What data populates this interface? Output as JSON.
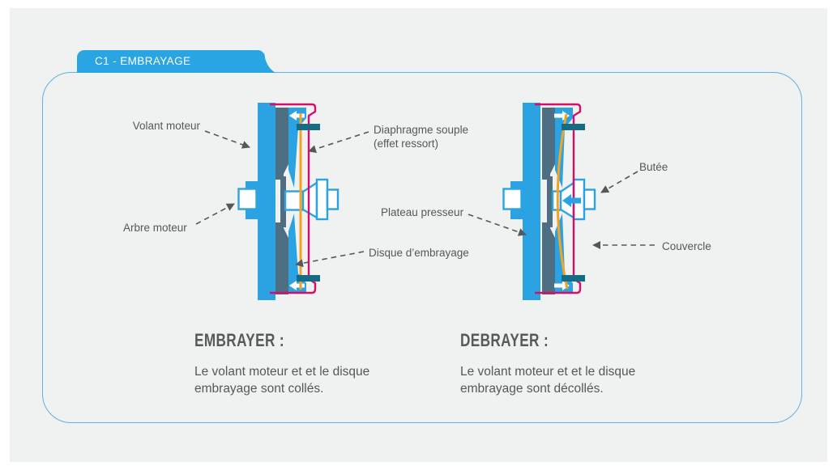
{
  "tab": {
    "label": "C1 - EMBRAYAGE"
  },
  "colors": {
    "accent_blue": "#2BA3E2",
    "tab_blue": "#29A5E3",
    "frame_border": "#5EB1E0",
    "background": "#F0F2F1",
    "plate_slate": "#4E6F83",
    "pivot_teal": "#166B85",
    "diaphragm_orange": "#F3A226",
    "cover_pink": "#D40F6B",
    "text_gray": "#54585B"
  },
  "labels": {
    "volant": "Volant moteur",
    "arbre": "Arbre moteur",
    "diaphragme_line1": "Diaphragme souple",
    "diaphragme_line2": "(effet ressort)",
    "plateau": "Plateau presseur",
    "disque": "Disque d’embrayage",
    "butee": "Butée",
    "couvercle": "Couvercle"
  },
  "sections": {
    "embrayer": {
      "title": "EMBRAYER :",
      "line1": "Le volant moteur et et le disque",
      "line2": "embrayage sont collés."
    },
    "debrayer": {
      "title": "DEBRAYER :",
      "line1": "Le volant moteur et et le disque",
      "line2": "embrayage sont décollés."
    }
  }
}
